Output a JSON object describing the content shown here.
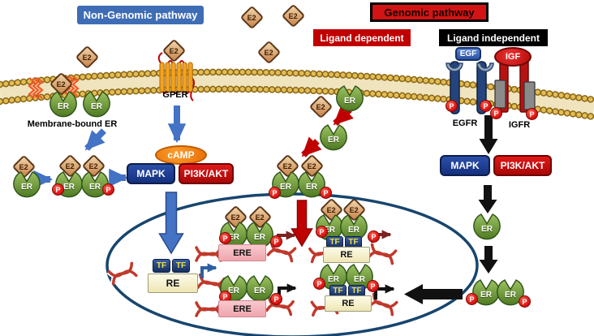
{
  "titles": {
    "non_genomic": "Non-Genomic pathway",
    "genomic": "Genomic pathway",
    "ligand_dependent": "Ligand dependent",
    "ligand_independent": "Ligand independent"
  },
  "membrane": {
    "bound_er_label": "Membrane-bound ER"
  },
  "receptors": {
    "gper": "GPER",
    "egf": "EGF",
    "igf": "IGF",
    "egfr": "EGFR",
    "igfr": "IGFR"
  },
  "signaling": {
    "camp": "cAMP",
    "mapk": "MAPK",
    "pi3k_akt": "PI3K/AKT"
  },
  "molecules": {
    "e2": "E2",
    "er": "ER",
    "p": "P"
  },
  "dna_elements": {
    "tf": "TF",
    "re": "RE",
    "ere": "ERE"
  },
  "colors": {
    "non_genomic_blue": "#3E6DB5",
    "genomic_red": "#D31414",
    "pathway_red_arrow": "#C00000",
    "blue_arrow": "#4472C4",
    "er_green": "#5E8F33",
    "e2_tan": "#D9A05E",
    "camp_orange": "#F07F13",
    "mapk_navy": "#1E3A8A",
    "nucleus_border": "#17456E",
    "membrane_gold": "#D4A93F",
    "phospho_red": "#D80F0F",
    "tf_navy": "#17305E",
    "re_cream": "#F5EFC4",
    "ere_pink": "#F2B3B9"
  }
}
